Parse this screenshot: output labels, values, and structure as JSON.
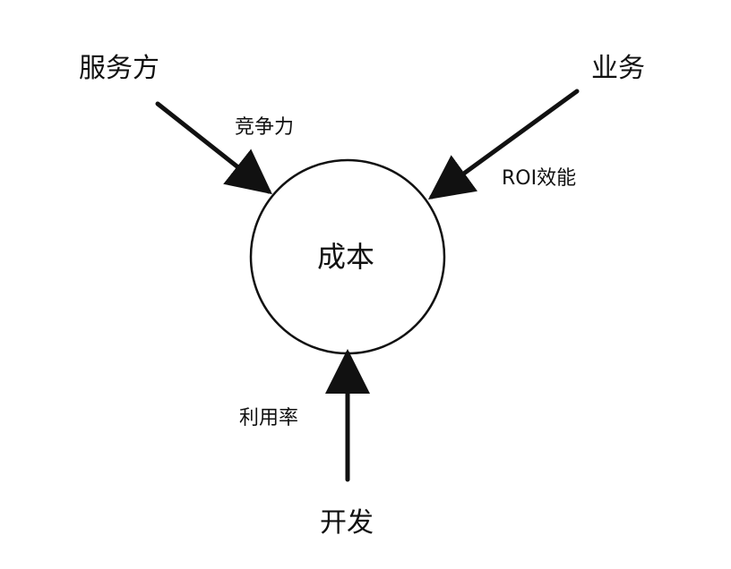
{
  "diagram": {
    "center": {
      "label": "成本"
    },
    "nodes": {
      "service": {
        "label": "服务方"
      },
      "business": {
        "label": "业务"
      },
      "dev": {
        "label": "开发"
      }
    },
    "edges": {
      "service_to_cost": {
        "label": "竞争力"
      },
      "business_to_cost": {
        "label": "ROI效能"
      },
      "dev_to_cost": {
        "label": "利用率"
      }
    },
    "colors": {
      "stroke": "#111111",
      "background": "#ffffff"
    }
  }
}
